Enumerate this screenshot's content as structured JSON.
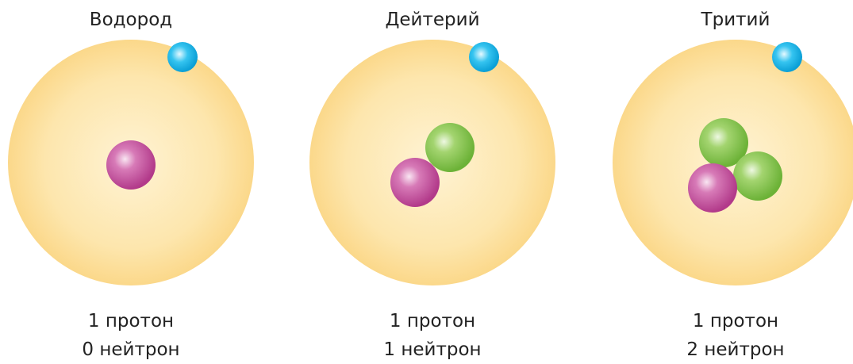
{
  "colors": {
    "electron": "#13b4e6",
    "proton": "#c1479a",
    "neutron": "#7dc242",
    "atom_cloud": "#fcd984"
  },
  "isotopes": [
    {
      "name": "Водород",
      "protons_label": "1 протон",
      "neutrons_label": "0 нейтрон",
      "protons": 1,
      "neutrons": 0
    },
    {
      "name": "Дейтерий",
      "protons_label": "1 протон",
      "neutrons_label": "1 нейтрон",
      "protons": 1,
      "neutrons": 1
    },
    {
      "name": "Тритий",
      "protons_label": "1 протон",
      "neutrons_label": "2 нейтрон",
      "protons": 1,
      "neutrons": 2
    }
  ]
}
